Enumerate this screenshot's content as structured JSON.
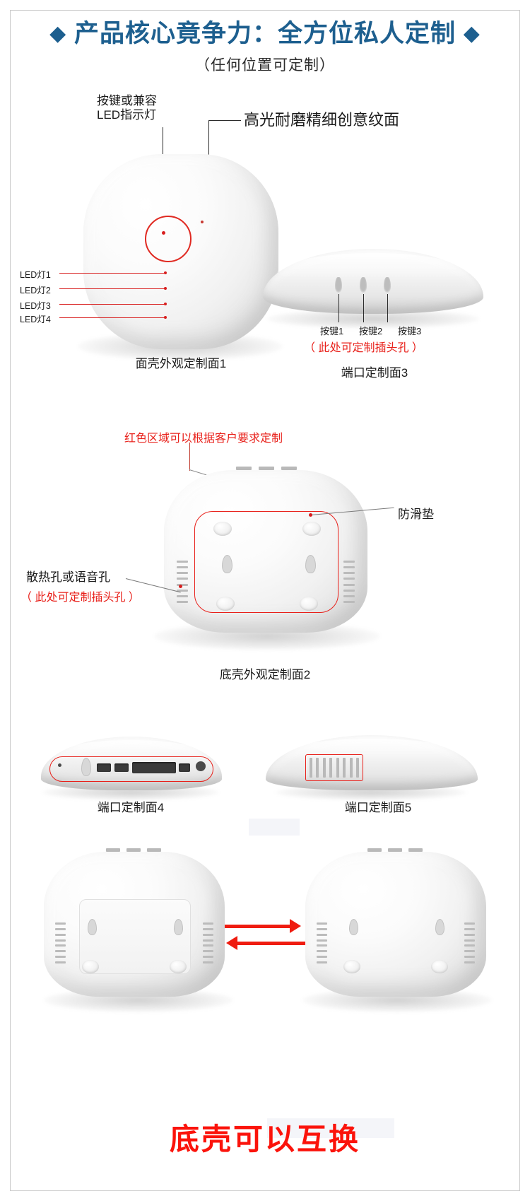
{
  "header": {
    "diamond_left": "◆",
    "diamond_right": "◆",
    "title": "产品核心竟争力：全方位私人定制",
    "subtitle": "（任何位置可定制）"
  },
  "section_top": {
    "callout_button_led": "按键或兼容\nLED指示灯",
    "callout_button_led_line1": "按键或兼容",
    "callout_button_led_line2": "LED指示灯",
    "callout_texture": "高光耐磨精细创意纹面",
    "led_labels": [
      "LED灯1",
      "LED灯2",
      "LED灯3",
      "LED灯4"
    ],
    "caption_face1": "面壳外观定制面1",
    "side_buttons": [
      "按键1",
      "按键2",
      "按键3"
    ],
    "side_note_red": "（ 此处可定制插头孔 ）",
    "caption_face3": "端口定制面3"
  },
  "section_middle": {
    "note_red_top": "红色区域可以根据客户要求定制",
    "label_antislip": "防滑垫",
    "label_vent": "散热孔或语音孔",
    "note_red_left": "（ 此处可定制插头孔 ）",
    "caption_face2": "底壳外观定制面2"
  },
  "section_bottom": {
    "caption_face4": "端口定制面4",
    "caption_face5": "端口定制面5"
  },
  "footer": {
    "title": "底壳可以互换"
  },
  "colors": {
    "brand_blue": "#1d5f8f",
    "accent_red": "#e8201a",
    "arrow_red": "#ef1c10",
    "footer_red": "#fb130b",
    "text_dark": "#1a1a1a",
    "device_grey": "#e3e3e3"
  }
}
